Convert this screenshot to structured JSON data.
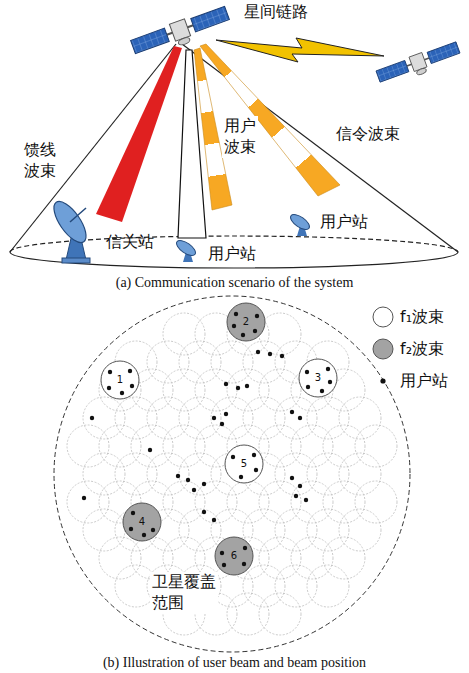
{
  "diagram": {
    "nodes": [
      {
        "text": [
          "1"
        ]
      },
      {
        "text": [
          "2"
        ]
      },
      {
        "text": [
          "3"
        ]
      },
      {
        "text": [
          "4"
        ]
      },
      {
        "text": [
          "5"
        ]
      },
      {
        "text": [
          "6"
        ]
      }
    ],
    "labels": [
      "星间链路",
      "馈线 波束",
      "用户 波束",
      "信令波束",
      "信关站",
      "用户站",
      "用户站",
      "(a) Communication scenario of the system",
      "卫星覆盖 范围",
      "(b) Illustration of user beam and beam position"
    ],
    "legend": [
      {
        "text": "f₁波束",
        "color": "#ffffff"
      },
      {
        "text": "f₂波束",
        "color": "#a3a3a3"
      },
      {
        "text": "用户站"
      }
    ]
  }
}
